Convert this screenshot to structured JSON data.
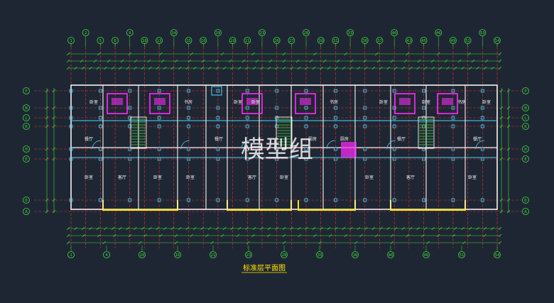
{
  "drawing": {
    "caption": "标准层平面图",
    "watermark": "模型组",
    "axes_top": [
      "1",
      "2",
      "5",
      "8",
      "9",
      "10",
      "13",
      "14",
      "15",
      "16",
      "19",
      "20",
      "21",
      "23",
      "26",
      "27",
      "28",
      "30",
      "31",
      "33",
      "36",
      "37",
      "40",
      "43",
      "45",
      "46",
      "49",
      "52",
      "53",
      "54"
    ],
    "axes_bottom": [
      "1",
      "4",
      "10",
      "16",
      "21",
      "23",
      "28",
      "33",
      "36",
      "40",
      "46",
      "51",
      "54"
    ],
    "axes_left": [
      "F",
      "N",
      "L",
      "K",
      "H",
      "E",
      "D",
      "A"
    ],
    "axes_right": [
      "P",
      "N",
      "L",
      "K",
      "H",
      "E",
      "D",
      "A"
    ],
    "rooms_upper": [
      "卧室",
      "书房",
      "卧室",
      "卧室",
      "书房",
      "卧室",
      "卧室",
      "书房",
      "卧室"
    ],
    "rooms_lower": [
      "卧室",
      "客厅",
      "卧室",
      "卧室",
      "客厅",
      "卧室",
      "卧室",
      "客厅",
      "卧室"
    ],
    "extra_labels": [
      "餐厅",
      "餐厅",
      "厨房",
      "厨房",
      "餐厅",
      "餐厅"
    ]
  },
  "colors": {
    "background": "#1f2633",
    "dimension": "#3ddc3d",
    "wall": "#f4f4f4",
    "grid": "#ff2e2e",
    "cyan": "#44d6ff",
    "magenta": "#ff2cff",
    "yellow": "#ffe600",
    "axis_circle": "#3ddc3d"
  }
}
